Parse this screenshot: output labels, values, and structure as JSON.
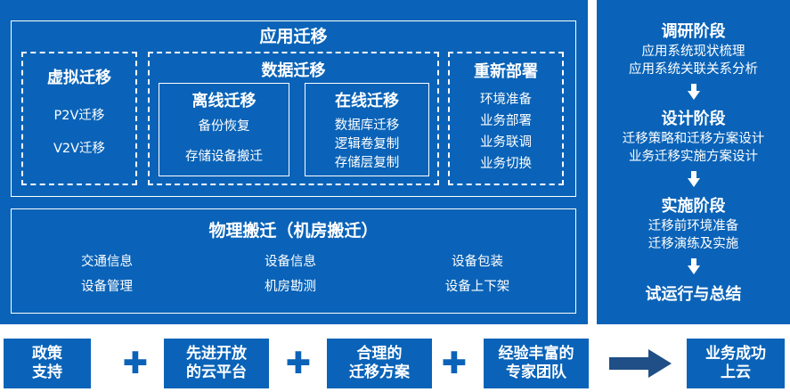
{
  "left_panel": {
    "app_migration": {
      "title": "应用迁移"
    },
    "vm_migration": {
      "title": "虚拟迁移",
      "items": [
        "P2V迁移",
        "V2V迁移"
      ]
    },
    "data_migration": {
      "title": "数据迁移",
      "offline": {
        "title": "离线迁移",
        "items": [
          "备份恢复",
          "存储设备搬迁"
        ]
      },
      "online": {
        "title": "在线迁移",
        "items": [
          "数据库迁移",
          "逻辑卷复制",
          "存储层复制"
        ]
      }
    },
    "redeploy": {
      "title": "重新部署",
      "items": [
        "环境准备",
        "业务部署",
        "业务联调",
        "业务切换"
      ]
    },
    "physical_move": {
      "title": "物理搬迁（机房搬迁）",
      "items": [
        "交通信息",
        "设备信息",
        "设备包装",
        "设备管理",
        "机房勘测",
        "设备上下架"
      ]
    }
  },
  "right_panel": {
    "phases": [
      {
        "title": "调研阶段",
        "items": [
          "应用系统现状梳理",
          "应用系统关联关系分析"
        ]
      },
      {
        "title": "设计阶段",
        "items": [
          "迁移策略和迁移方案设计",
          "业务迁移实施方案设计"
        ]
      },
      {
        "title": "实施阶段",
        "items": [
          "迁移前环境准备",
          "迁移演练及实施"
        ]
      },
      {
        "title": "试运行与总结",
        "items": []
      }
    ]
  },
  "bottom": {
    "factors": [
      "政策\n支持",
      "先进开放\n的云平台",
      "合理的\n迁移方案",
      "经验丰富的\n专家团队"
    ],
    "plus": "✚",
    "result": "业务成功\n上云"
  },
  "colors": {
    "primary": "#0a63b8",
    "background": "#ffffff",
    "text": "#ffffff"
  }
}
